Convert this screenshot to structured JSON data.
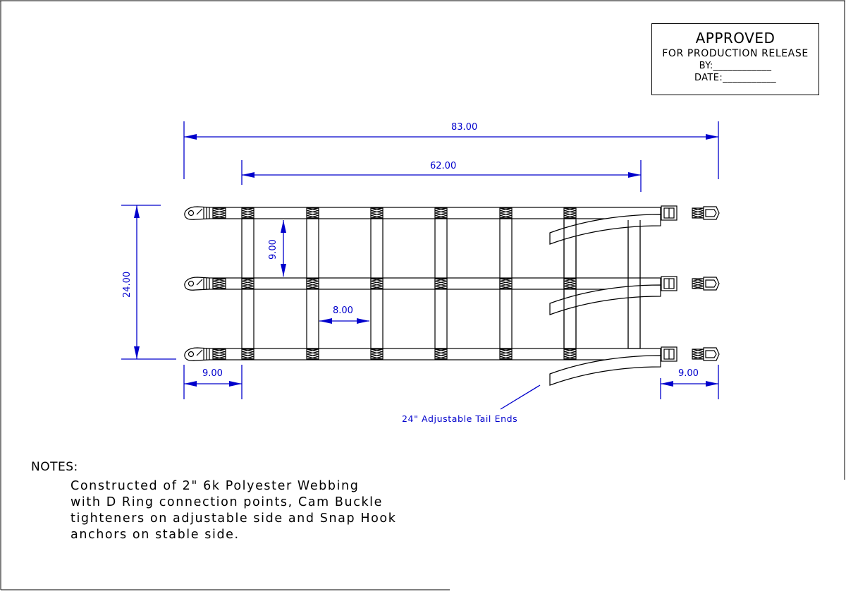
{
  "approval": {
    "title": "APPROVED",
    "subtitle": "FOR PRODUCTION RELEASE",
    "by": "BY:____________",
    "date": "DATE:___________"
  },
  "dimensions": {
    "overall_length": "83.00",
    "inner_length": "62.00",
    "overall_width": "24.00",
    "strap_spacing": "9.00",
    "rung_spacing": "8.00",
    "end_left": "9.00",
    "end_right": "9.00"
  },
  "callout": {
    "tail_ends": "24\" Adjustable Tail Ends"
  },
  "notes": {
    "heading": "NOTES:",
    "body": "Constructed of 2\" 6k Polyester Webbing\nwith D Ring connection points, Cam Buckle\ntighteners on adjustable side and Snap Hook\nanchors on stable side."
  },
  "colors": {
    "dimension": "#0000cc",
    "geometry": "#000000"
  }
}
